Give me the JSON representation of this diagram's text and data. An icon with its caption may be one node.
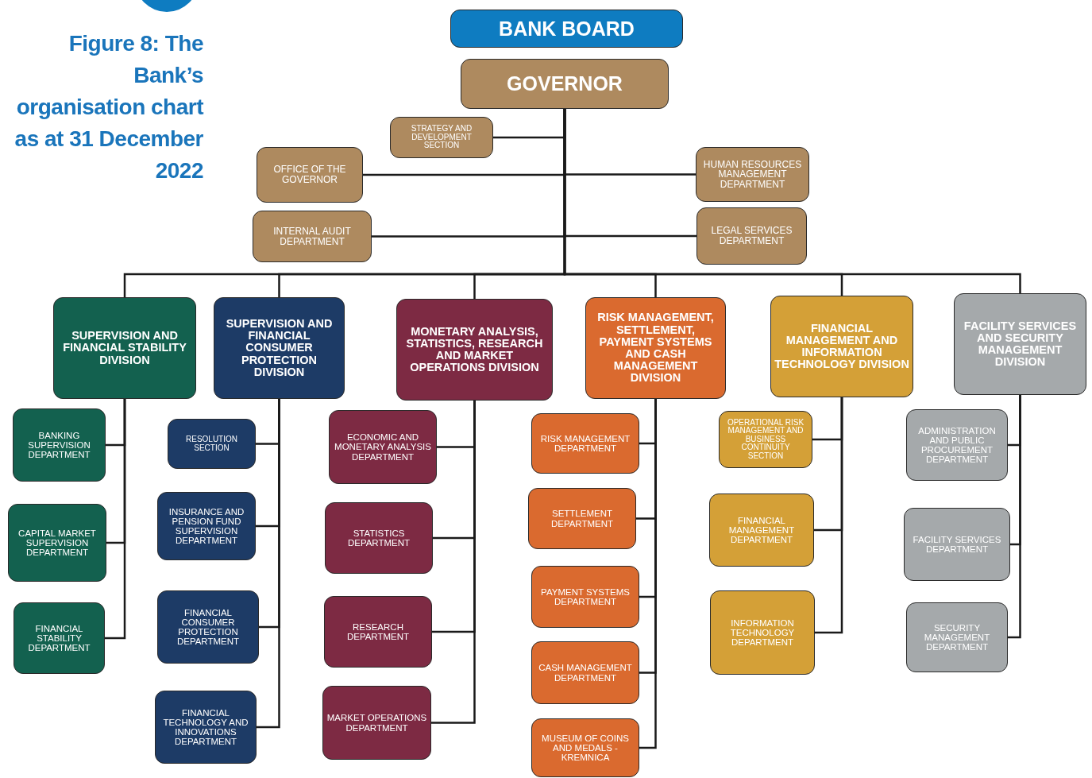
{
  "diagram": {
    "title": "Figure 8: The Bank’s organisation chart as at 31 December 2022",
    "nodes": [
      {
        "text": [
          "BANK BOARD"
        ]
      },
      {
        "text": [
          "GOVERNOR"
        ]
      },
      {
        "text": [
          "STRATEGY AND DEVELOPMENT SECTION"
        ]
      },
      {
        "text": [
          "OFFICE OF THE GOVERNOR"
        ]
      },
      {
        "text": [
          "HUMAN RESOURCES MANAGEMENT DEPARTMENT"
        ]
      },
      {
        "text": [
          "INTERNAL AUDIT DEPARTMENT"
        ]
      },
      {
        "text": [
          "LEGAL SERVICES DEPARTMENT"
        ]
      },
      {
        "text": [
          "SUPERVISION AND FINANCIAL STABILITY DIVISION"
        ]
      },
      {
        "text": [
          "SUPERVISION AND FINANCIAL CONSUMER PROTECTION DIVISION"
        ]
      },
      {
        "text": [
          "MONETARY ANALYSIS, STATISTICS, RESEARCH AND MARKET OPERATIONS DIVISION"
        ]
      },
      {
        "text": [
          "RISK MANAGEMENT, SETTLEMENT, PAYMENT SYSTEMS AND CASH MANAGEMENT DIVISION"
        ]
      },
      {
        "text": [
          "FINANCIAL MANAGEMENT AND INFORMATION TECHNOLOGY DIVISION"
        ]
      },
      {
        "text": [
          "FACILITY SERVICES AND SECURITY MANAGEMENT DIVISION"
        ]
      },
      {
        "text": [
          "BANKING SUPERVISION DEPARTMENT"
        ]
      },
      {
        "text": [
          "CAPITAL MARKET SUPERVISION DEPARTMENT"
        ]
      },
      {
        "text": [
          "FINANCIAL STABILITY DEPARTMENT"
        ]
      },
      {
        "text": [
          "RESOLUTION SECTION"
        ]
      },
      {
        "text": [
          "INSURANCE AND PENSION FUND SUPERVISION DEPARTMENT"
        ]
      },
      {
        "text": [
          "FINANCIAL CONSUMER PROTECTION DEPARTMENT"
        ]
      },
      {
        "text": [
          "FINANCIAL TECHNOLOGY AND INNOVATIONS DEPARTMENT"
        ]
      },
      {
        "text": [
          "ECONOMIC AND MONETARY ANALYSIS DEPARTMENT"
        ]
      },
      {
        "text": [
          "STATISTICS DEPARTMENT"
        ]
      },
      {
        "text": [
          "RESEARCH DEPARTMENT"
        ]
      },
      {
        "text": [
          "MARKET OPERATIONS DEPARTMENT"
        ]
      },
      {
        "text": [
          "RISK MANAGEMENT DEPARTMENT"
        ]
      },
      {
        "text": [
          "SETTLEMENT DEPARTMENT"
        ]
      },
      {
        "text": [
          "PAYMENT SYSTEMS DEPARTMENT"
        ]
      },
      {
        "text": [
          "CASH MANAGEMENT DEPARTMENT"
        ]
      },
      {
        "text": [
          "MUSEUM OF COINS AND MEDALS - KREMNICA"
        ]
      },
      {
        "text": [
          "OPERATIONAL RISK MANAGEMENT AND BUSINESS CONTINUITY SECTION"
        ]
      },
      {
        "text": [
          "FINANCIAL MANAGEMENT DEPARTMENT"
        ]
      },
      {
        "text": [
          "INFORMATION TECHNOLOGY DEPARTMENT"
        ]
      },
      {
        "text": [
          "ADMINISTRATION AND PUBLIC PROCUREMENT DEPARTMENT"
        ]
      },
      {
        "text": [
          "FACILITY SERVICES DEPARTMENT"
        ]
      },
      {
        "text": [
          "SECURITY MANAGEMENT DEPARTMENT"
        ]
      }
    ],
    "edges": [
      {
        "from": 1,
        "to": 2,
        "arrow": "none"
      },
      {
        "from": 1,
        "to": 3,
        "arrow": "none"
      },
      {
        "from": 1,
        "to": 4,
        "arrow": "none"
      },
      {
        "from": 1,
        "to": 5,
        "arrow": "none"
      },
      {
        "from": 1,
        "to": 6,
        "arrow": "none"
      },
      {
        "from": 1,
        "to": 7,
        "arrow": "none"
      },
      {
        "from": 1,
        "to": 8,
        "arrow": "none"
      },
      {
        "from": 1,
        "to": 9,
        "arrow": "none"
      },
      {
        "from": 1,
        "to": 10,
        "arrow": "none"
      },
      {
        "from": 1,
        "to": 11,
        "arrow": "none"
      },
      {
        "from": 1,
        "to": 12,
        "arrow": "none"
      },
      {
        "from": 7,
        "to": 13,
        "arrow": "none"
      },
      {
        "from": 7,
        "to": 14,
        "arrow": "none"
      },
      {
        "from": 7,
        "to": 15,
        "arrow": "none"
      },
      {
        "from": 8,
        "to": 16,
        "arrow": "none"
      },
      {
        "from": 8,
        "to": 17,
        "arrow": "none"
      },
      {
        "from": 8,
        "to": 18,
        "arrow": "none"
      },
      {
        "from": 8,
        "to": 19,
        "arrow": "none"
      },
      {
        "from": 9,
        "to": 20,
        "arrow": "none"
      },
      {
        "from": 9,
        "to": 21,
        "arrow": "none"
      },
      {
        "from": 9,
        "to": 22,
        "arrow": "none"
      },
      {
        "from": 9,
        "to": 23,
        "arrow": "none"
      },
      {
        "from": 10,
        "to": 24,
        "arrow": "none"
      },
      {
        "from": 10,
        "to": 25,
        "arrow": "none"
      },
      {
        "from": 10,
        "to": 26,
        "arrow": "none"
      },
      {
        "from": 10,
        "to": 27,
        "arrow": "none"
      },
      {
        "from": 10,
        "to": 28,
        "arrow": "none"
      },
      {
        "from": 11,
        "to": 29,
        "arrow": "none"
      },
      {
        "from": 11,
        "to": 30,
        "arrow": "none"
      },
      {
        "from": 11,
        "to": 31,
        "arrow": "none"
      },
      {
        "from": 12,
        "to": 32,
        "arrow": "none"
      },
      {
        "from": 12,
        "to": 33,
        "arrow": "none"
      },
      {
        "from": 12,
        "to": 34,
        "arrow": "none"
      }
    ]
  }
}
